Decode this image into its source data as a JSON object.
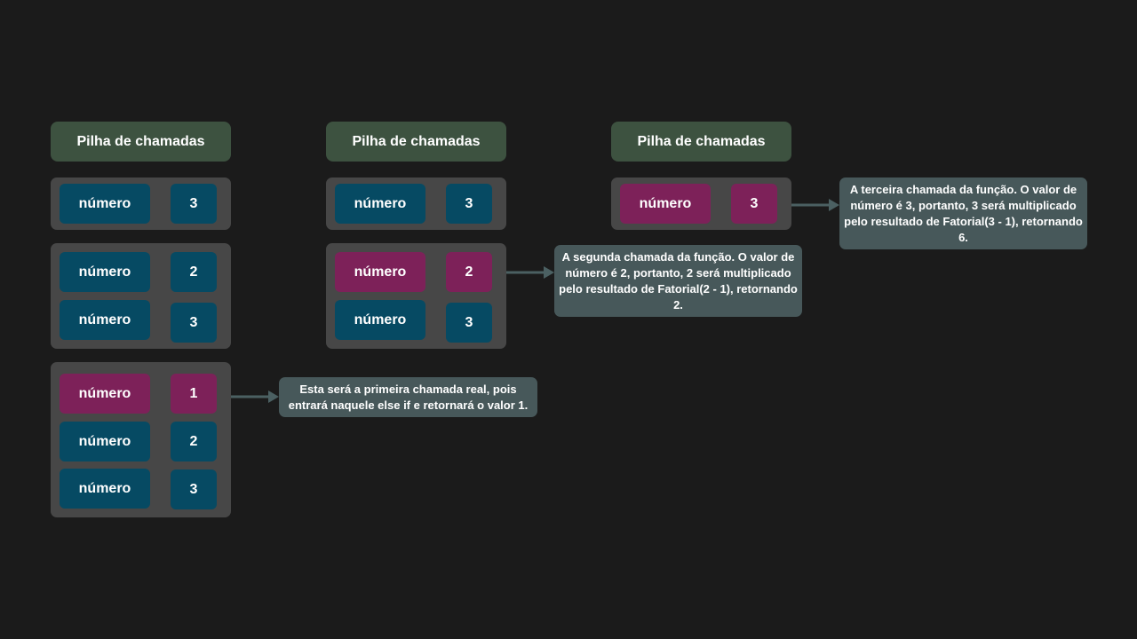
{
  "colors": {
    "background": "#1b1b1b",
    "header": "#3d5240",
    "stack": "#474747",
    "cell_blue": "#064a63",
    "cell_pink": "#7d2159",
    "note": "#47585a",
    "arrow": "#4b6062"
  },
  "columns": [
    {
      "header": "Pilha de chamadas",
      "stacks": [
        [
          {
            "label": "número",
            "value": "3",
            "active": false
          }
        ],
        [
          {
            "label": "número",
            "value": "2",
            "active": false
          },
          {
            "label": "número",
            "value": "3",
            "active": false
          }
        ],
        [
          {
            "label": "número",
            "value": "1",
            "active": true
          },
          {
            "label": "número",
            "value": "2",
            "active": false
          },
          {
            "label": "número",
            "value": "3",
            "active": false
          }
        ]
      ]
    },
    {
      "header": "Pilha de chamadas",
      "stacks": [
        [
          {
            "label": "número",
            "value": "3",
            "active": false
          }
        ],
        [
          {
            "label": "número",
            "value": "2",
            "active": true
          },
          {
            "label": "número",
            "value": "3",
            "active": false
          }
        ]
      ]
    },
    {
      "header": "Pilha de chamadas",
      "stacks": [
        [
          {
            "label": "número",
            "value": "3",
            "active": true
          }
        ]
      ]
    }
  ],
  "notes": {
    "first_call": "Esta será a primeira chamada real, pois entrará naquele else if e retornará o valor 1.",
    "second_call": "A segunda chamada da função. O valor de número é 2, portanto, 2 será multiplicado pelo resultado de Fatorial(2 - 1), retornando 2.",
    "third_call": "A terceira chamada da função. O valor de número é 3, portanto, 3 será multiplicado pelo resultado de Fatorial(3 - 1), retornando 6."
  }
}
